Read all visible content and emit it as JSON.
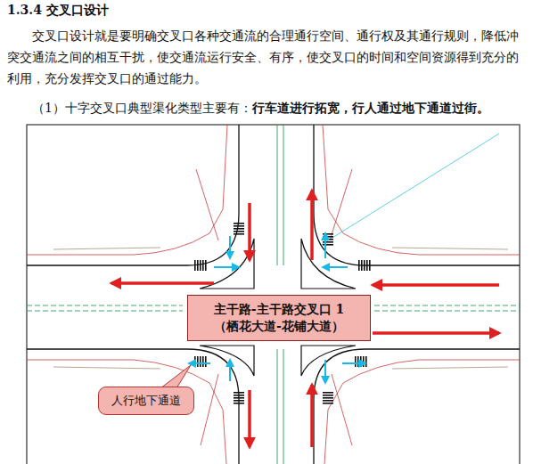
{
  "diagram": {
    "title": "1.3.4 交叉口设计",
    "nodes": [
      {
        "text": [
          "主干路-主干路交叉口 1",
          "（栖花大道-花铺大道）"
        ]
      },
      {
        "text": [
          "人行地下通道"
        ]
      }
    ],
    "labels": [
      "交叉口设计就是要明确交叉口各种交通流的合理通行空间、通行权及其通行规则，降低冲突交通流之间的相互干扰，使交通流运行安全、有序，使交叉口的时间和空间资源得到充分的利用，充分发挥交叉口的通过能力。",
      "（1）十字交叉口典型渠化类型主要有：",
      "行车道进行拓宽，行人通过地下通道过街。"
    ]
  }
}
